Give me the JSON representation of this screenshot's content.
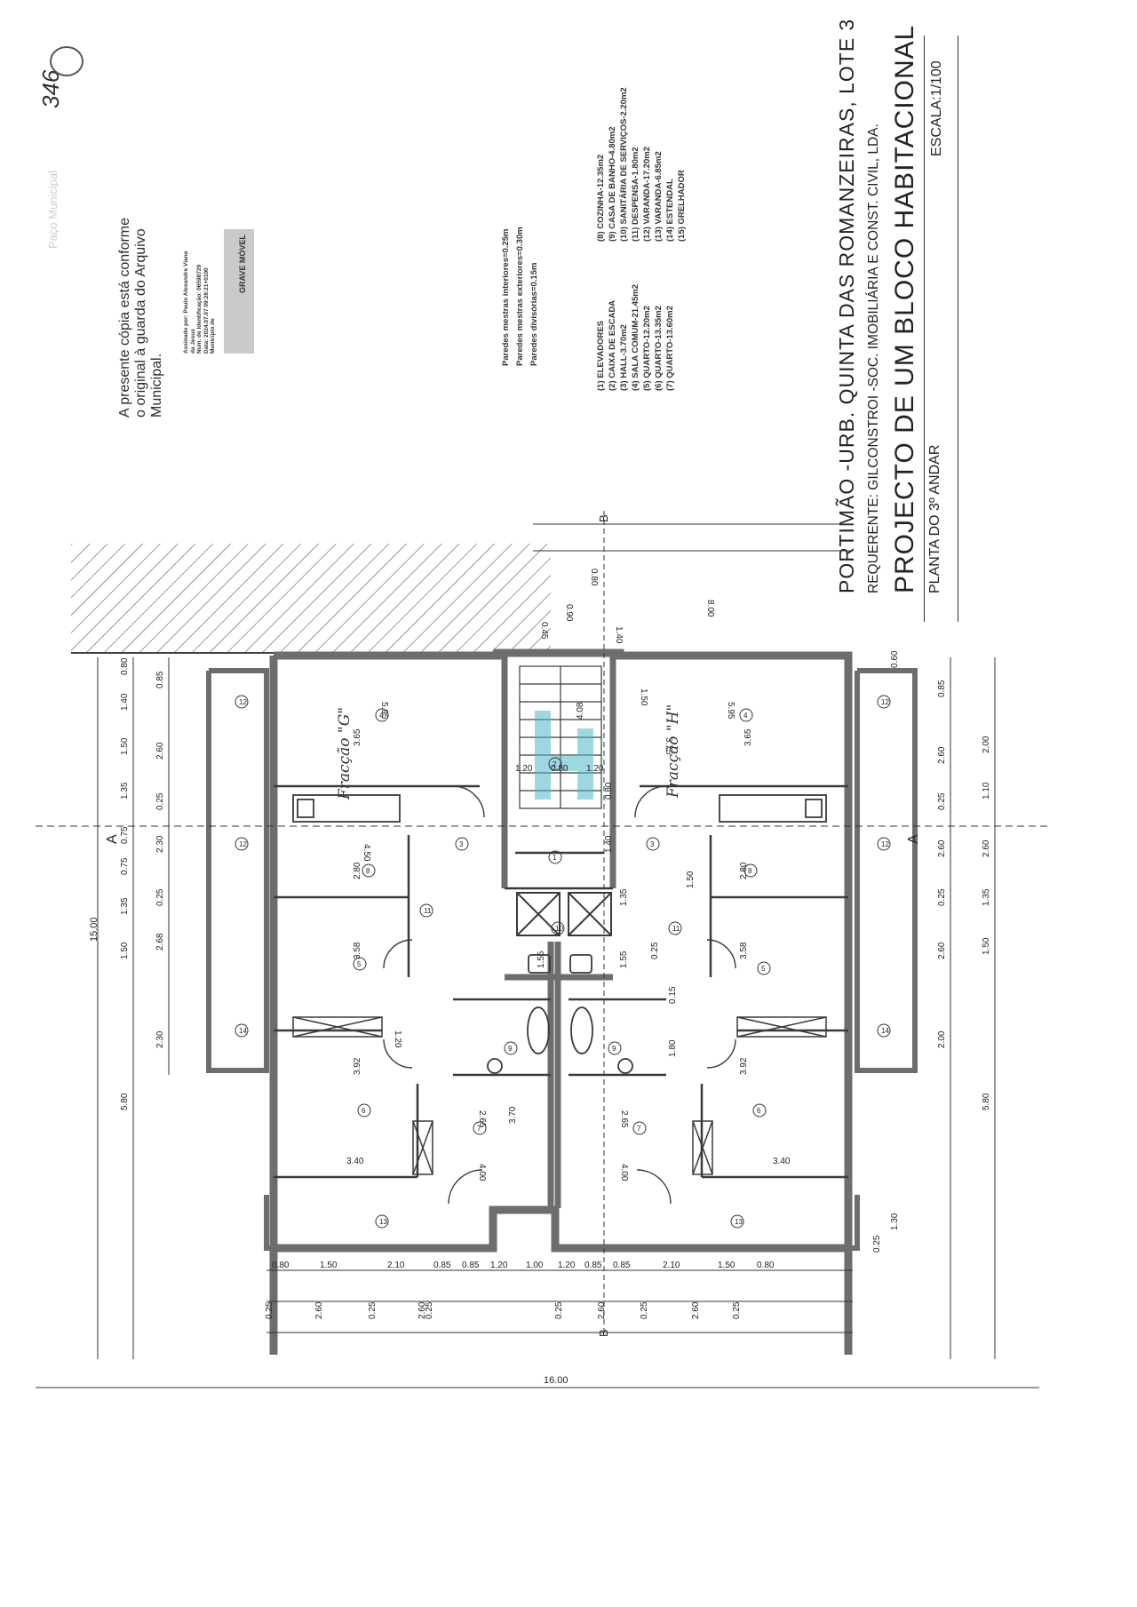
{
  "page_number": "346",
  "stamp_text": "Paço Municipal",
  "certification": {
    "line1": "A presente cópia está conforme",
    "line2": "o original à guarda do Arquivo",
    "line3": "Municipal."
  },
  "signature": {
    "line1": "Assinado por: Paulo Alexandre Viana",
    "line2": "da Jesus",
    "line3": "Num. de Identificação: 06598729",
    "line4": "Data: 2024.07.07 09:28:21+0100",
    "line5": "Município de",
    "mark": "GRAVE MÓVEL"
  },
  "wall_notes": {
    "line1": "Paredes mestras interiores=0.25m",
    "line2": "Paredes mestras exteriores=0.30m",
    "line3": "Paredes divisórias=0.15m"
  },
  "legend_left": [
    {
      "num": "1",
      "text": "ELEVADORES"
    },
    {
      "num": "2",
      "text": "CAIXA DE ESCADA"
    },
    {
      "num": "3",
      "text": "HALL-3.70m2"
    },
    {
      "num": "4",
      "text": "SALA COMUM-21.45m2"
    },
    {
      "num": "5",
      "text": "QUARTO-12.20m2"
    },
    {
      "num": "6",
      "text": "QUARTO-13.35m2"
    },
    {
      "num": "7",
      "text": "QUARTO-13.60m2"
    }
  ],
  "legend_right": [
    {
      "num": "8",
      "text": "COZINHA-12.35m2"
    },
    {
      "num": "9",
      "text": "CASA DE BANHO-4.80m2"
    },
    {
      "num": "10",
      "text": "SANITÁRIA DE SERVIÇOS-2.20m2"
    },
    {
      "num": "11",
      "text": "DESPENSA-1.80m2"
    },
    {
      "num": "12",
      "text": "VARANDA-17.20m2"
    },
    {
      "num": "13",
      "text": "VARANDA-6.85m2"
    },
    {
      "num": "14",
      "text": "ESTENDAL"
    },
    {
      "num": "15",
      "text": "GRELHADOR"
    }
  ],
  "title_block": {
    "line1": "PORTIMÃO -URB. QUINTA DAS ROMANZEIRAS, LOTE 3",
    "line2": "REQUERENTE: GILCONSTROI -SOC. IMOBILIÁRIA E CONST. CIVIL, LDA.",
    "line3": "PROJECTO DE UM BLOCO HABITACIONAL",
    "line4": "PLANTA DO 3º ANDAR",
    "scale": "ESCALA:1/100"
  },
  "plan": {
    "section_a": "A",
    "section_b": "B",
    "unit_g": "Fracção \"G\"",
    "unit_h": "Fracção \"H\"",
    "dim_total_bottom": "16.00",
    "dim_total_left": "15.00",
    "dim_top": "8.00",
    "dims_bottom_row1": [
      "0.80",
      "1.50",
      "2.10",
      "0.85",
      "0.85",
      "1.20",
      "1.00",
      "1.20",
      "0.85",
      "0.85",
      "2.10",
      "1.50",
      "0.80"
    ],
    "dims_bottom_row2": [
      "0.25",
      "2.60",
      "0.25",
      "2.60",
      "0.25",
      "0.25",
      "2.60",
      "0.25",
      "2.60",
      "0.25"
    ],
    "dims_left_row1": [
      "0.80",
      "1.40",
      "1.50",
      "1.35",
      "0.75",
      "0.75",
      "1.35",
      "1.50"
    ],
    "dims_left_row2": [
      "0.85",
      "2.60",
      "0.25",
      "2.30",
      "0.25",
      "2.68",
      "2.30"
    ],
    "dims_left_misc": [
      "5.80"
    ],
    "dims_right_row1": [
      "0.85",
      "2.60",
      "0.25",
      "2.60",
      "0.25",
      "2.60",
      "2.00"
    ],
    "dims_right_row2": [
      "2.00",
      "1.10",
      "2.60",
      "1.35",
      "1.50"
    ],
    "dims_right_misc": [
      "5.80",
      "0.60",
      "1.30",
      "0.25"
    ],
    "dims_top_row": [
      "0.45",
      "0.90",
      "0.80",
      "1.40",
      "1.50",
      "3.75"
    ],
    "room_dims": [
      "5.95",
      "3.65",
      "4.50",
      "2.80",
      "3.58",
      "3.92",
      "3.40",
      "1.20",
      "2.65",
      "3.70",
      "4.00",
      "4.08",
      "1.20",
      "0.80",
      "1.20",
      "1.40",
      "1.35",
      "0.80",
      "1.55",
      "1.55",
      "0.25",
      "0.15",
      "1.80",
      "1.50",
      "5.95",
      "3.65",
      "2.80",
      "3.58",
      "3.92",
      "3.40",
      "2.65",
      "4.00"
    ]
  },
  "colors": {
    "wall": "#6d6d6d",
    "line": "#3a3a3a",
    "hatch": "#555555",
    "highlight": "#4fb7c8"
  }
}
